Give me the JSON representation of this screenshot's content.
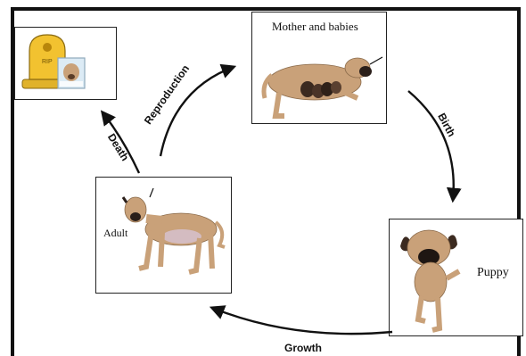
{
  "diagram": {
    "stages": {
      "reproduction": "Reproduction",
      "birth": "Birth",
      "growth": "Growth",
      "death": "Death"
    },
    "panels": {
      "mother": "Mother and babies",
      "adult": "Adult",
      "puppy": "Puppy"
    },
    "gravestone_text": "RIP"
  },
  "colors": {
    "dog_fur": "#c9a179",
    "dog_muzzle": "#2a1f1a",
    "arrow": "#111111",
    "gravestone": "#f2c230"
  }
}
